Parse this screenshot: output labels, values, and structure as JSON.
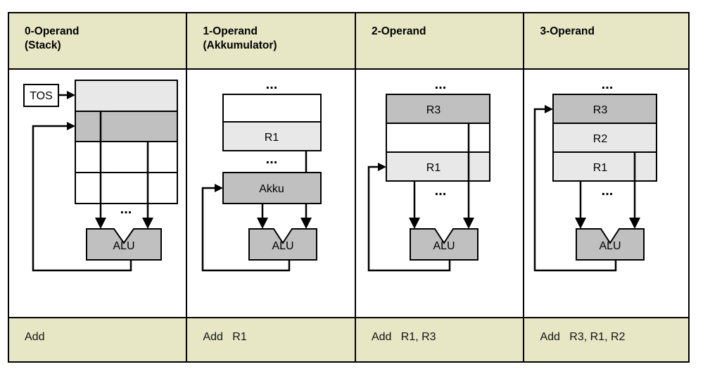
{
  "diagram": {
    "title_row": [
      {
        "id": "col0",
        "label": "0-Operand\n(Stack)"
      },
      {
        "id": "col1",
        "label": "1-Operand\n(Akkumulator)"
      },
      {
        "id": "col2",
        "label": "2-Operand"
      },
      {
        "id": "col3",
        "label": "3-Operand"
      }
    ],
    "instruction_row": [
      {
        "id": "instr0",
        "text": "Add"
      },
      {
        "id": "instr1",
        "text": "Add   R1"
      },
      {
        "id": "instr2",
        "text": "Add   R1, R3"
      },
      {
        "id": "instr3",
        "text": "Add   R3, R1, R2"
      }
    ],
    "columns": [
      {
        "id": "col0",
        "pointer_label": "TOS",
        "alu_label": "ALU",
        "ellipsis_top": "",
        "ellipsis_bottom": "...",
        "cells": [
          {
            "label": "",
            "fill": "light"
          },
          {
            "label": "",
            "fill": "dark"
          },
          {
            "label": "",
            "fill": "white"
          },
          {
            "label": "",
            "fill": "white"
          }
        ]
      },
      {
        "id": "col1",
        "pointer_label": "",
        "alu_label": "ALU",
        "ellipsis_top": "...",
        "ellipsis_bottom": "...",
        "accumulator_label": "Akku",
        "cells": [
          {
            "label": "",
            "fill": "white"
          },
          {
            "label": "R1",
            "fill": "light"
          }
        ]
      },
      {
        "id": "col2",
        "pointer_label": "",
        "alu_label": "ALU",
        "ellipsis_top": "...",
        "ellipsis_bottom": "...",
        "cells": [
          {
            "label": "R3",
            "fill": "dark"
          },
          {
            "label": "",
            "fill": "white"
          },
          {
            "label": "R1",
            "fill": "light"
          }
        ]
      },
      {
        "id": "col3",
        "pointer_label": "",
        "alu_label": "ALU",
        "ellipsis_top": "...",
        "ellipsis_bottom": "...",
        "cells": [
          {
            "label": "R3",
            "fill": "dark"
          },
          {
            "label": "R2",
            "fill": "light"
          },
          {
            "label": "R1",
            "fill": "light"
          }
        ]
      }
    ],
    "colors": {
      "header_bg": "#e7e7c6",
      "fill_light": "#e8e8e8",
      "fill_dark": "#c0c0c0",
      "fill_white": "#ffffff",
      "stroke": "#000000"
    }
  }
}
